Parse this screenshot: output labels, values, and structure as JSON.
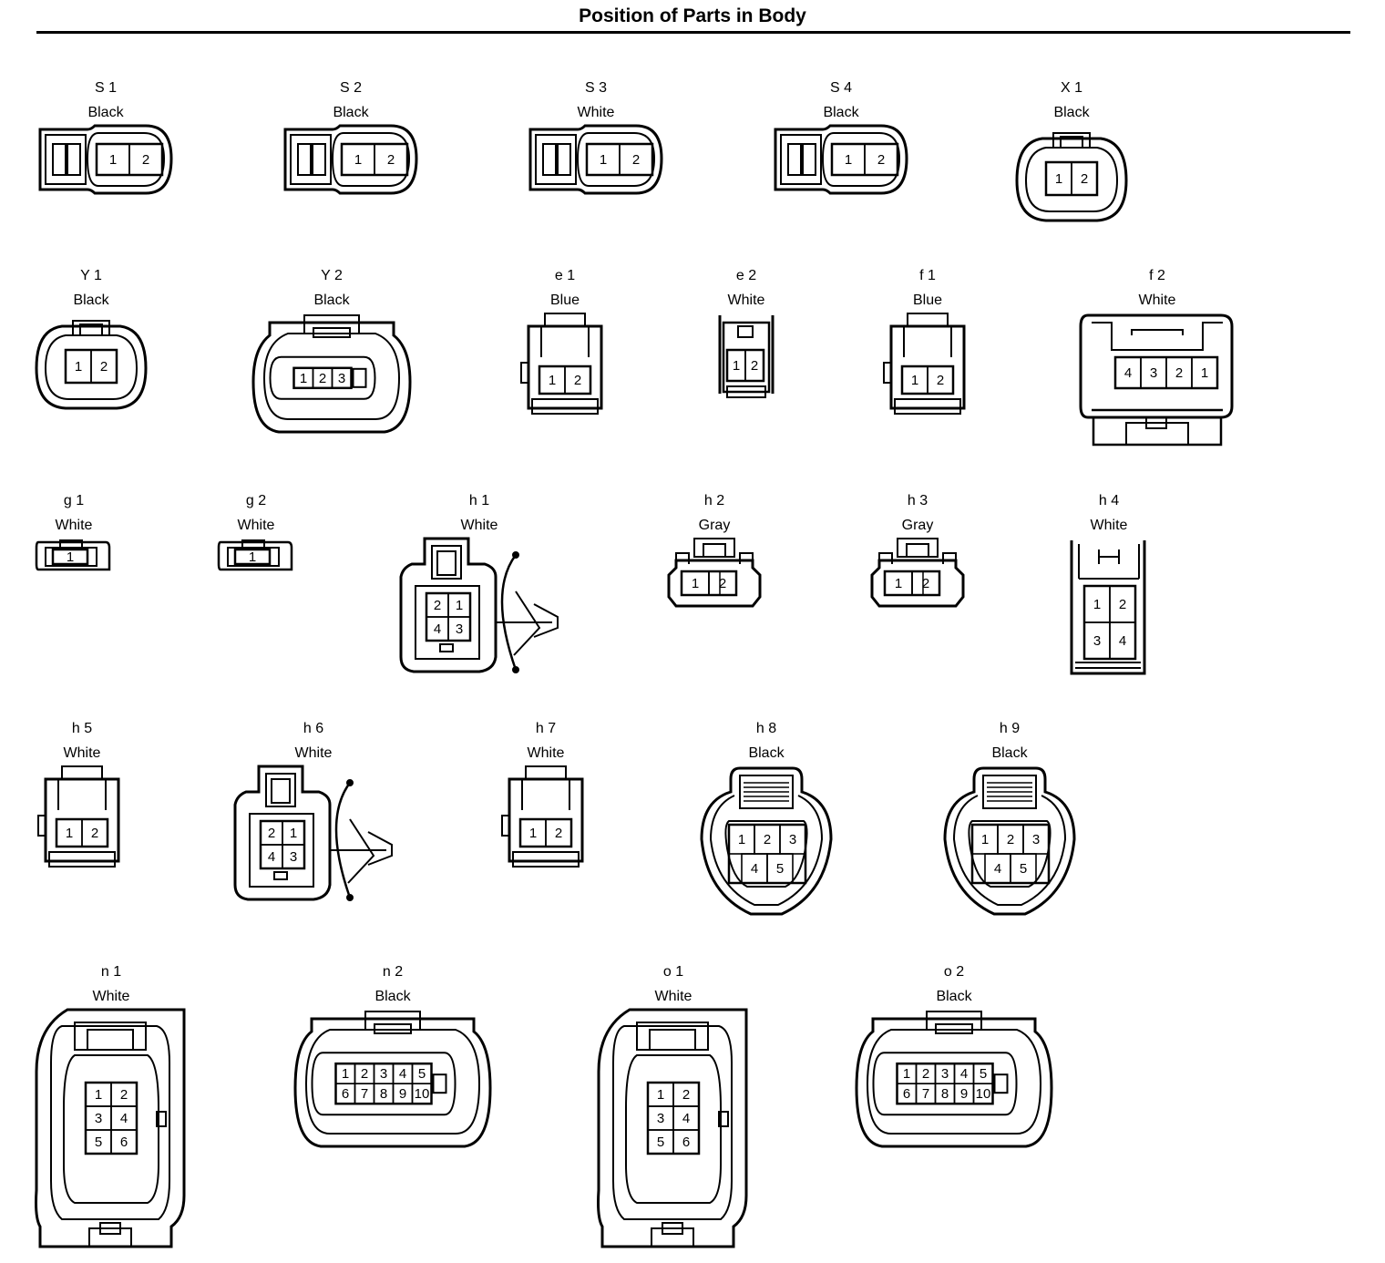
{
  "title": "Position of Parts in Body",
  "connectors": [
    {
      "id": "S1",
      "code": "S 1",
      "color": "Black",
      "style": "pill",
      "pins": [
        [
          "1",
          "2"
        ]
      ]
    },
    {
      "id": "S2",
      "code": "S 2",
      "color": "Black",
      "style": "pill",
      "pins": [
        [
          "1",
          "2"
        ]
      ]
    },
    {
      "id": "S3",
      "code": "S 3",
      "color": "White",
      "style": "pill",
      "pins": [
        [
          "1",
          "2"
        ]
      ]
    },
    {
      "id": "S4",
      "code": "S 4",
      "color": "Black",
      "style": "pill",
      "pins": [
        [
          "1",
          "2"
        ]
      ]
    },
    {
      "id": "X1",
      "code": "X 1",
      "color": "Black",
      "style": "round",
      "pins": [
        [
          "1",
          "2"
        ]
      ]
    },
    {
      "id": "Y1",
      "code": "Y 1",
      "color": "Black",
      "style": "round",
      "pins": [
        [
          "1",
          "2"
        ]
      ]
    },
    {
      "id": "Y2",
      "code": "Y 2",
      "color": "Black",
      "style": "big",
      "pins": [
        [
          "1",
          "2",
          "3"
        ]
      ]
    },
    {
      "id": "e1",
      "code": "e 1",
      "color": "Blue",
      "style": "block",
      "pins": [
        [
          "1",
          "2"
        ]
      ]
    },
    {
      "id": "e2",
      "code": "e 2",
      "color": "White",
      "style": "narrow",
      "pins": [
        [
          "1",
          "2"
        ]
      ]
    },
    {
      "id": "f1",
      "code": "f 1",
      "color": "Blue",
      "style": "block",
      "pins": [
        [
          "1",
          "2"
        ]
      ]
    },
    {
      "id": "f2",
      "code": "f 2",
      "color": "White",
      "style": "wide",
      "pins": [
        [
          "4",
          "3",
          "2",
          "1"
        ]
      ]
    },
    {
      "id": "g1",
      "code": "g 1",
      "color": "White",
      "style": "tiny",
      "pins": [
        [
          "1"
        ]
      ]
    },
    {
      "id": "g2",
      "code": "g 2",
      "color": "White",
      "style": "tiny",
      "pins": [
        [
          "1"
        ]
      ]
    },
    {
      "id": "h1",
      "code": "h 1",
      "color": "White",
      "style": "clip",
      "pins": [
        [
          "2",
          "1"
        ],
        [
          "4",
          "3"
        ]
      ]
    },
    {
      "id": "h2",
      "code": "h 2",
      "color": "Gray",
      "style": "winged",
      "pins": [
        [
          "1",
          "2"
        ]
      ]
    },
    {
      "id": "h3",
      "code": "h 3",
      "color": "Gray",
      "style": "winged",
      "pins": [
        [
          "1",
          "2"
        ]
      ]
    },
    {
      "id": "h4",
      "code": "h 4",
      "color": "White",
      "style": "tall",
      "pins": [
        [
          "1",
          "2"
        ],
        [
          "3",
          "4"
        ]
      ]
    },
    {
      "id": "h5",
      "code": "h 5",
      "color": "White",
      "style": "block",
      "pins": [
        [
          "1",
          "2"
        ]
      ]
    },
    {
      "id": "h6",
      "code": "h 6",
      "color": "White",
      "style": "clip",
      "pins": [
        [
          "2",
          "1"
        ],
        [
          "4",
          "3"
        ]
      ]
    },
    {
      "id": "h7",
      "code": "h 7",
      "color": "White",
      "style": "block",
      "pins": [
        [
          "1",
          "2"
        ]
      ]
    },
    {
      "id": "h8",
      "code": "h 8",
      "color": "Black",
      "style": "shield",
      "pins": [
        [
          "1",
          "2",
          "3"
        ],
        [
          "4",
          "5"
        ]
      ]
    },
    {
      "id": "h9",
      "code": "h 9",
      "color": "Black",
      "style": "shield",
      "pins": [
        [
          "1",
          "2",
          "3"
        ],
        [
          "4",
          "5"
        ]
      ]
    },
    {
      "id": "n1",
      "code": "n 1",
      "color": "White",
      "style": "oval",
      "pins": [
        [
          "1",
          "2"
        ],
        [
          "3",
          "4"
        ],
        [
          "5",
          "6"
        ]
      ]
    },
    {
      "id": "n2",
      "code": "n 2",
      "color": "Black",
      "style": "big",
      "pins": [
        [
          "1",
          "2",
          "3",
          "4",
          "5"
        ],
        [
          "6",
          "7",
          "8",
          "9",
          "10"
        ]
      ]
    },
    {
      "id": "o1",
      "code": "o 1",
      "color": "White",
      "style": "oval",
      "pins": [
        [
          "1",
          "2"
        ],
        [
          "3",
          "4"
        ],
        [
          "5",
          "6"
        ]
      ]
    },
    {
      "id": "o2",
      "code": "o 2",
      "color": "Black",
      "style": "big",
      "pins": [
        [
          "1",
          "2",
          "3",
          "4",
          "5"
        ],
        [
          "6",
          "7",
          "8",
          "9",
          "10"
        ]
      ]
    }
  ]
}
